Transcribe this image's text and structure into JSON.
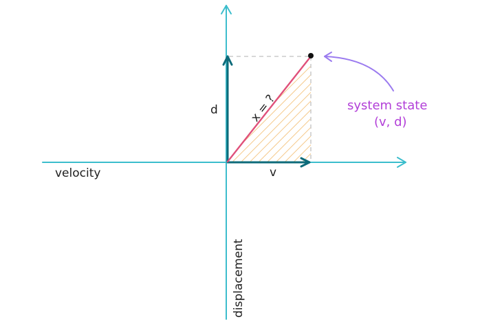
{
  "labels": {
    "velocity": "velocity",
    "displacement": "displacement",
    "d": "d",
    "v": "v",
    "x_eq": "x = ?",
    "system_state_line1": "system state",
    "system_state_line2": "(v, d)"
  },
  "colors": {
    "axis": "#3bbdcc",
    "vector": "#0d6b7a",
    "hypotenuse": "#e0507a",
    "hatch": "#f5c98a",
    "guide": "#cccccc",
    "annotation": "#b23fd8",
    "annotation_arrow": "#9b7bef",
    "point": "#111111",
    "text": "#1e1e1e"
  }
}
